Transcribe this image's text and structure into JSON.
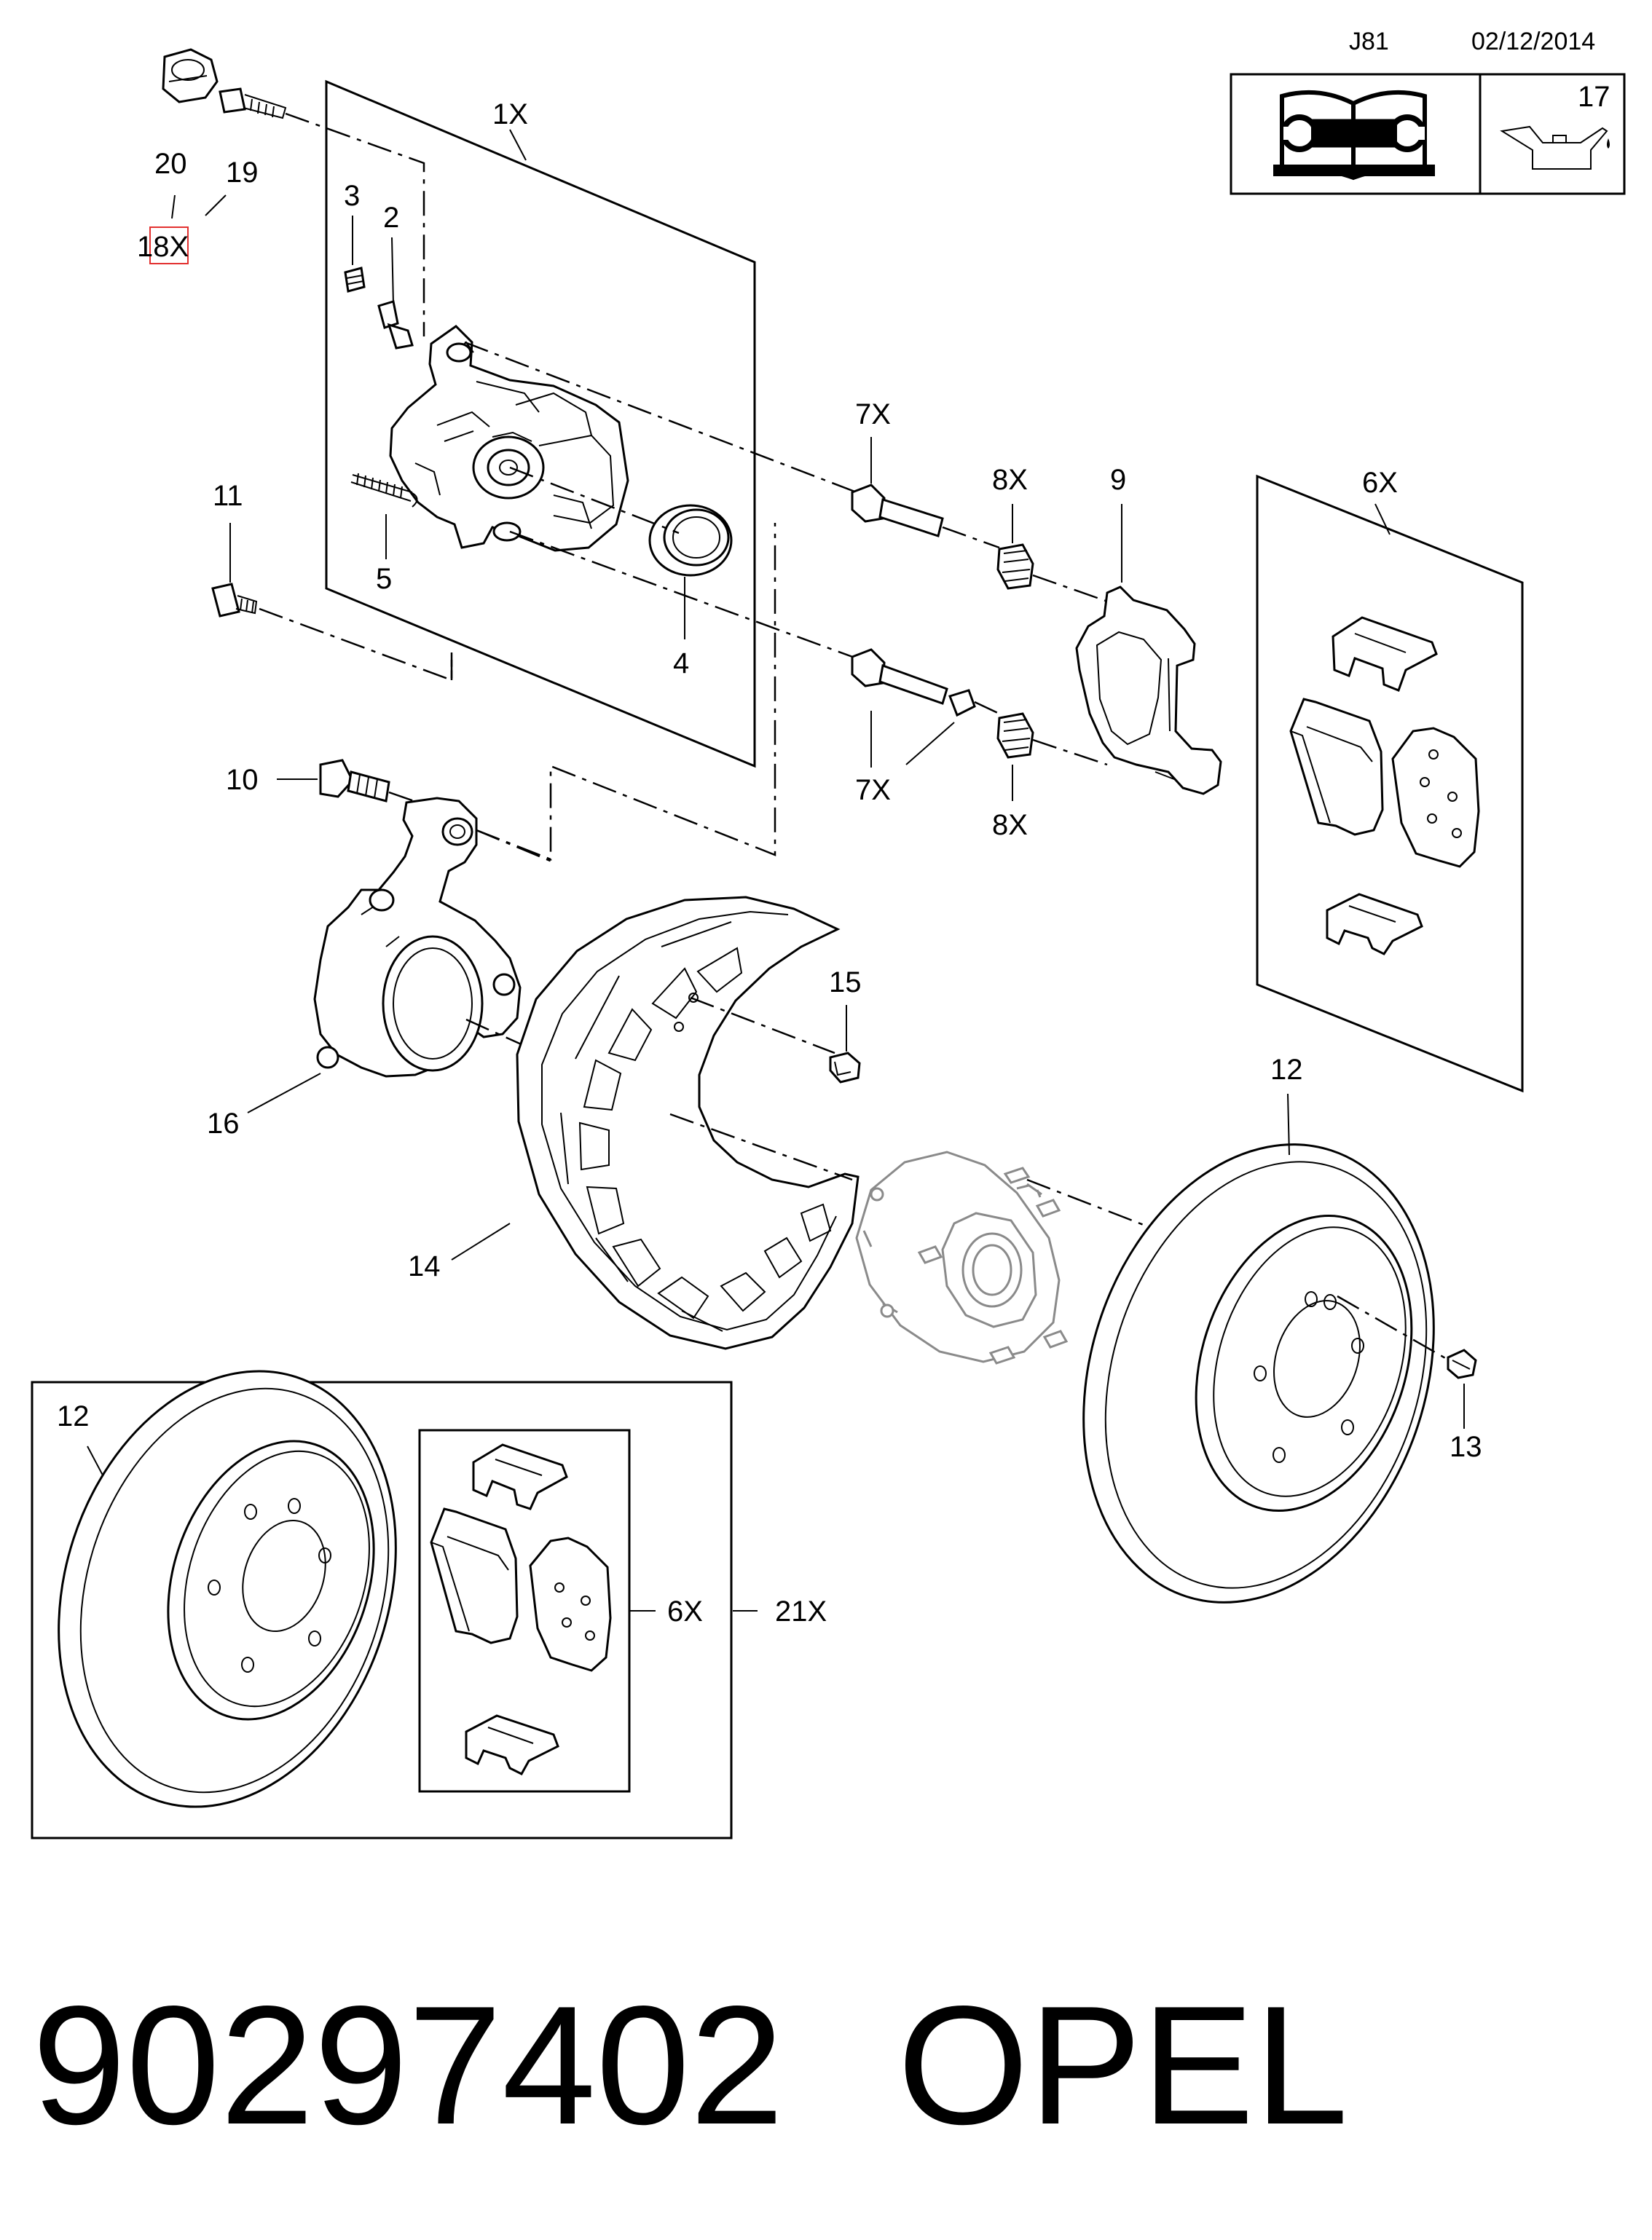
{
  "header": {
    "code": "J81",
    "date": "02/12/2014"
  },
  "legend": {
    "oil_number": "17",
    "book_icon": "service-manual-wrench-icon",
    "oil_icon": "oil-can-icon"
  },
  "callouts": {
    "c20": "20",
    "c19": "19",
    "c18x": "18X",
    "c1x": "1X",
    "c3": "3",
    "c2": "2",
    "c5": "5",
    "c4": "4",
    "c11": "11",
    "c7x_top": "7X",
    "c8x_top": "8X",
    "c9": "9",
    "c6x": "6X",
    "c7x_bottom": "7X",
    "c8x_bottom": "8X",
    "c10": "10",
    "c15": "15",
    "c16": "16",
    "c12": "12",
    "c14": "14",
    "c13": "13",
    "inset_12": "12",
    "inset_6x": "6X",
    "inset_21x": "21X"
  },
  "highlight_color": "#e3302f",
  "footer": {
    "part_number": "90297402",
    "brand": "OPEL"
  }
}
